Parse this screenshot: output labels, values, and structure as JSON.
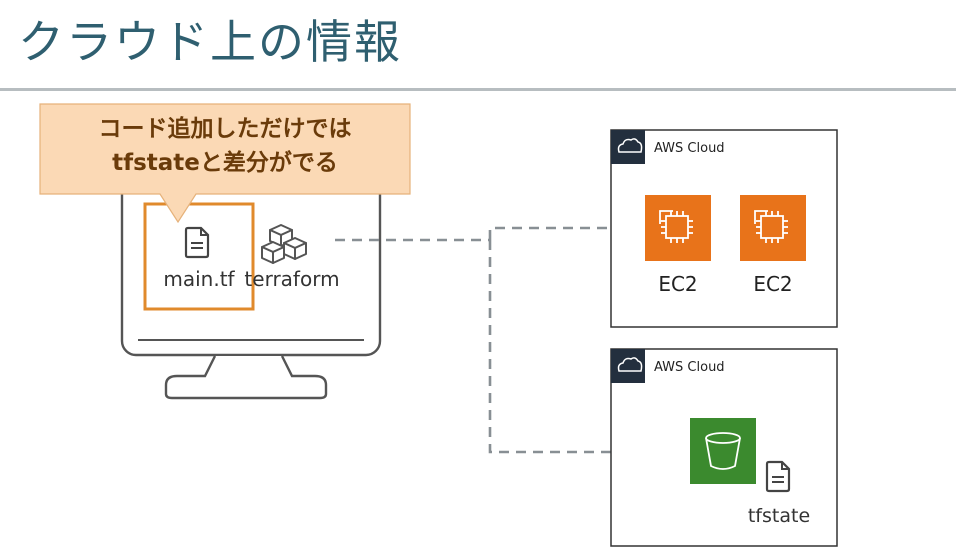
{
  "title": "クラウド上の情報",
  "callout": {
    "line1": "コード追加しただけでは",
    "line2": "tfstateと差分がでる"
  },
  "local": {
    "file_label": "main.tf",
    "tool_label": "terraform"
  },
  "cloud_top": {
    "label": "AWS Cloud",
    "instances": [
      "EC2",
      "EC2"
    ]
  },
  "cloud_bottom": {
    "label": "AWS Cloud",
    "file_label": "tfstate"
  },
  "colors": {
    "ec2": "#e8731a",
    "s3": "#3b8a2e",
    "highlight": "#e08a2c",
    "callout_fill": "#fbd9b5",
    "title": "#2f5f70"
  }
}
